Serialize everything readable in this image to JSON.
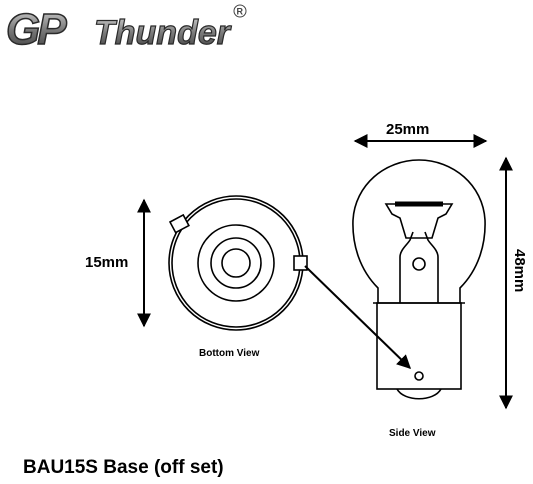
{
  "logo": {
    "brand": "GP",
    "product": "Thunder",
    "registered": "®"
  },
  "dimensions": {
    "width": "25mm",
    "height": "48mm",
    "bottom_diameter": "15mm"
  },
  "views": {
    "bottom": "Bottom View",
    "side": "Side View"
  },
  "caption": "BAU15S Base (off set)",
  "colors": {
    "ink": "#000000",
    "logo_gray": "#8a8a8a",
    "logo_dark": "#2a2a2a"
  }
}
